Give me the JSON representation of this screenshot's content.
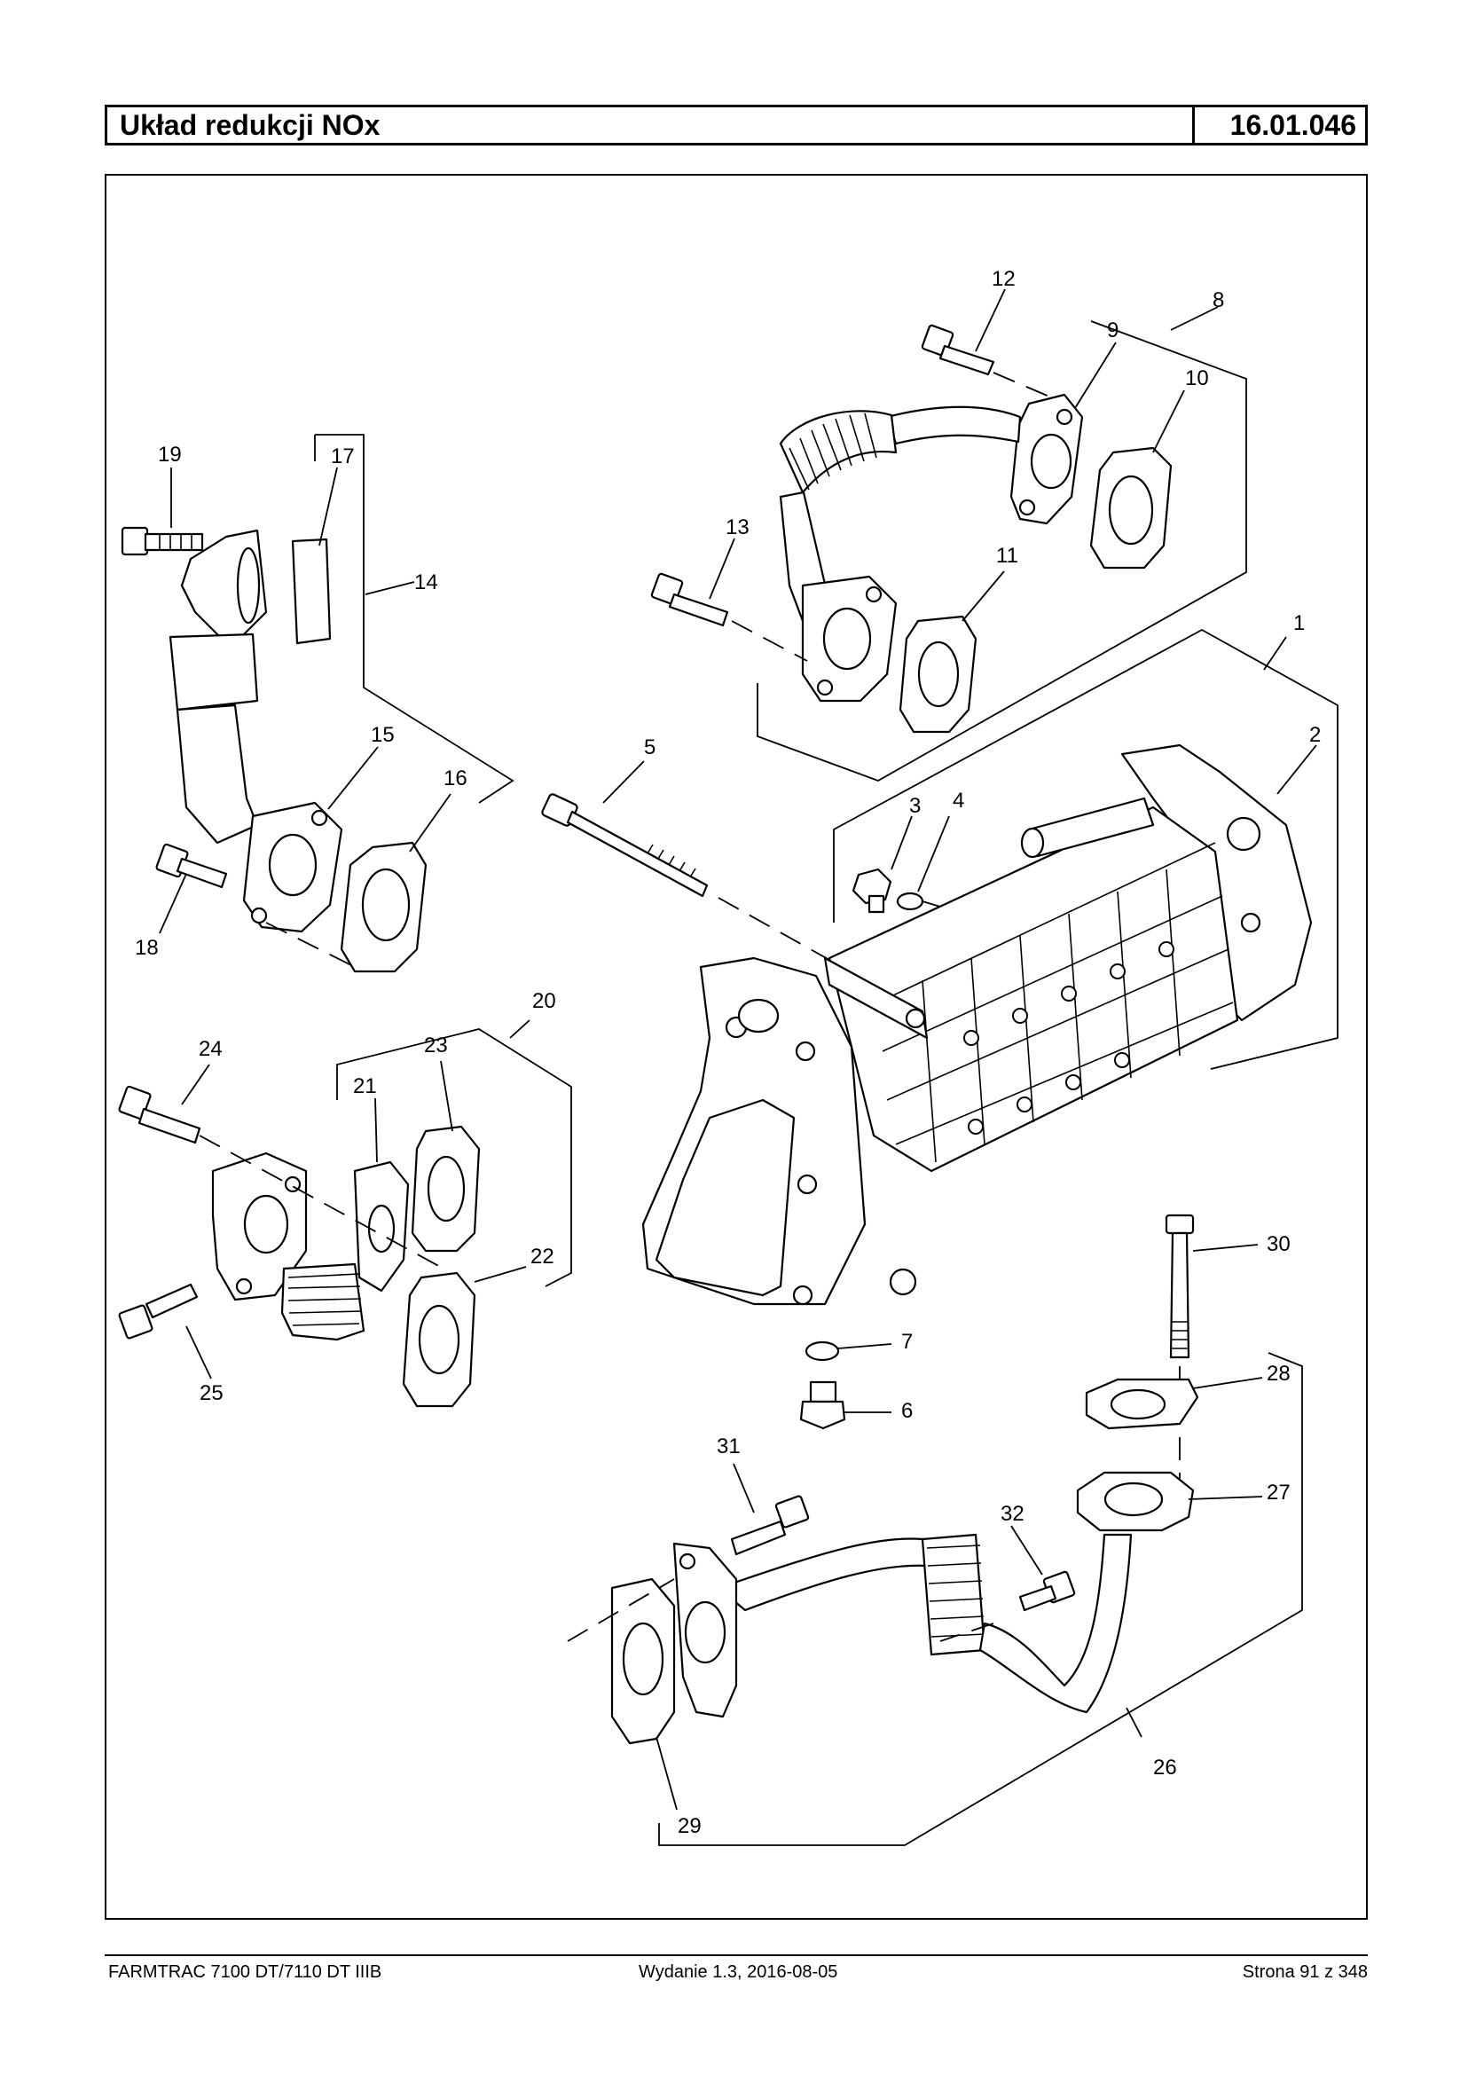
{
  "header": {
    "title": "Układ redukcji NOx",
    "code": "16.01.046"
  },
  "diagram": {
    "callouts": [
      "1",
      "2",
      "3",
      "4",
      "5",
      "6",
      "7",
      "8",
      "9",
      "10",
      "11",
      "12",
      "13",
      "14",
      "15",
      "16",
      "17",
      "18",
      "19",
      "20",
      "21",
      "22",
      "23",
      "24",
      "25",
      "26",
      "27",
      "28",
      "29",
      "30",
      "31",
      "32"
    ]
  },
  "footer": {
    "left": "FARMTRAC 7100 DT/7110 DT IIIB",
    "center": "Wydanie 1.3,  2016-08-05",
    "right": "Strona 91 z 348"
  }
}
